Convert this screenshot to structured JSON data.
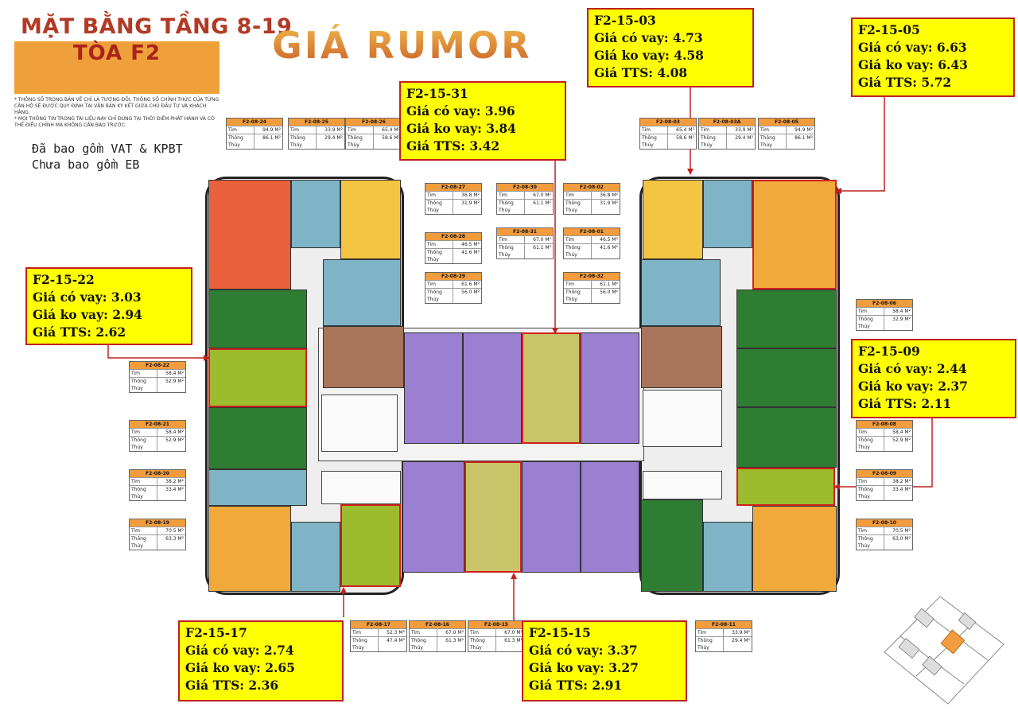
{
  "header": {
    "title": "MẶT BẰNG TẦNG 8-19",
    "tower": "TÒA F2",
    "notes": [
      "* THÔNG SỐ TRONG BẢN VẼ CHỈ LÀ TƯƠNG ĐỐI, THÔNG SỐ CHÍNH THỨC CỦA TỪNG CĂN HỘ SẼ ĐƯỢC QUY ĐỊNH TẠI VĂN BẢN KÝ KẾT GIỮA CHỦ ĐẦU TƯ VÀ KHÁCH HÀNG.",
      "* MỌI THÔNG TIN TRONG TÀI LIỆU NÀY CHỈ ĐÚNG TẠI THỜI ĐIỂM PHÁT HÀNH VÀ CÓ THỂ ĐIỀU CHỈNH MÀ KHÔNG CẦN BÁO TRƯỚC."
    ],
    "vat_note": "Đã bao gồm VAT & KPBT",
    "eb_note": "Chưa bao gồm EB",
    "rumor_title": "GIÁ RUMOR"
  },
  "price_boxes": [
    {
      "id": "F2-15-03",
      "vay": "Giá có vay: 4.73",
      "kovay": "Giá ko vay: 4.58",
      "tts": "Giá TTS: 4.08"
    },
    {
      "id": "F2-15-05",
      "vay": "Giá có vay: 6.63",
      "kovay": "Giá ko vay: 6.43",
      "tts": "Giá TTS: 5.72"
    },
    {
      "id": "F2-15-31",
      "vay": "Giá có vay: 3.96",
      "kovay": "Giá ko vay: 3.84",
      "tts": "Giá TTS: 3.42"
    },
    {
      "id": "F2-15-22",
      "vay": "Giá có vay: 3.03",
      "kovay": "Giá ko vay: 2.94",
      "tts": "Giá TTS: 2.62"
    },
    {
      "id": "F2-15-09",
      "vay": "Giá có vay: 2.44",
      "kovay": "Giá ko vay: 2.37",
      "tts": "Giá TTS: 2.11"
    },
    {
      "id": "F2-15-17",
      "vay": "Giá có vay: 2.74",
      "kovay": "Giá ko vay: 2.65",
      "tts": "Giá TTS: 2.36"
    },
    {
      "id": "F2-15-15",
      "vay": "Giá có vay: 3.37",
      "kovay": "Giá ko vay: 3.27",
      "tts": "Giá TTS: 2.91"
    }
  ],
  "card_labels": {
    "tim": "Tim",
    "thong_thuy": "Thông Thủy"
  },
  "units": [
    {
      "id": "F2-08-24",
      "tim": "94.9 M²",
      "tt": "86.1 M²"
    },
    {
      "id": "F2-08-25",
      "tim": "33.9 M²",
      "tt": "29.4 M²"
    },
    {
      "id": "F2-08-26",
      "tim": "65.4 M²",
      "tt": "58.6 M²"
    },
    {
      "id": "F2-08-03",
      "tim": "65.4 M²",
      "tt": "58.6 M²"
    },
    {
      "id": "F2-08-03A",
      "tim": "33.9 M²",
      "tt": "29.4 M²"
    },
    {
      "id": "F2-08-05",
      "tim": "94.9 M²",
      "tt": "86.1 M²"
    },
    {
      "id": "F2-08-27",
      "tim": "36.8 M²",
      "tt": "31.9 M²"
    },
    {
      "id": "F2-08-30",
      "tim": "67.0 M²",
      "tt": "61.1 M²"
    },
    {
      "id": "F2-08-02",
      "tim": "36.8 M²",
      "tt": "31.9 M²"
    },
    {
      "id": "F2-08-28",
      "tim": "46.5 M²",
      "tt": "41.6 M²"
    },
    {
      "id": "F2-08-31",
      "tim": "67.0 M²",
      "tt": "61.1 M²"
    },
    {
      "id": "F2-08-01",
      "tim": "46.5 M²",
      "tt": "41.6 M²"
    },
    {
      "id": "F2-08-29",
      "tim": "61.6 M²",
      "tt": "56.0 M²"
    },
    {
      "id": "F2-08-32",
      "tim": "61.1 M²",
      "tt": "56.0 M²"
    },
    {
      "id": "F2-08-06",
      "tim": "58.4 M²",
      "tt": "32.9 M²"
    },
    {
      "id": "F2-08-22",
      "tim": "58.4 M²",
      "tt": "52.9 M²"
    },
    {
      "id": "F2-08-21",
      "tim": "58.4 M²",
      "tt": "52.9 M²"
    },
    {
      "id": "F2-08-08",
      "tim": "58.4 M²",
      "tt": "52.9 M²"
    },
    {
      "id": "F2-08-20",
      "tim": "38.2 M²",
      "tt": "33.4 M²"
    },
    {
      "id": "F2-08-09",
      "tim": "38.2 M²",
      "tt": "33.4 M²"
    },
    {
      "id": "F2-08-19",
      "tim": "70.5 M²",
      "tt": "63.3 M²"
    },
    {
      "id": "F2-08-10",
      "tim": "70.5 M²",
      "tt": "63.0 M²"
    },
    {
      "id": "F2-08-17",
      "tim": "52.3 M²",
      "tt": "47.4 M²"
    },
    {
      "id": "F2-08-16",
      "tim": "67.0 M²",
      "tt": "61.3 M²"
    },
    {
      "id": "F2-08-15",
      "tim": "67.0 M²",
      "tt": "61.3 M²"
    },
    {
      "id": "F2-08-11",
      "tim": "33.9 M²",
      "tt": "29.4 M²"
    }
  ],
  "colors": {
    "price_box": "#ffff00",
    "price_border": "#c0201f",
    "card_header": "#f39c3d",
    "unit_red": "#e8603c",
    "unit_blue": "#7fb3c6",
    "unit_yellow": "#f4c542",
    "unit_green": "#2f7d32",
    "unit_lime": "#9dbb2e",
    "unit_brown": "#a8745a",
    "unit_purple": "#9b7fd1",
    "unit_orange": "#f2a93b",
    "unit_olive": "#c9c46a"
  }
}
